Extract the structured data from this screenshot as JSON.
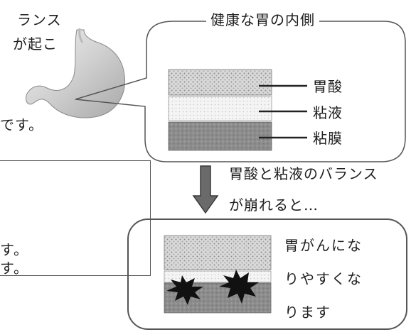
{
  "fragments": {
    "top_line_1": "ランス",
    "top_line_2": "が起こ",
    "middle_line": "です。",
    "box_line_1": "す。",
    "box_line_2": "す。"
  },
  "balloon": {
    "title": "健康な胃の内側",
    "layers": [
      "胃酸",
      "粘液",
      "粘膜"
    ]
  },
  "transition": {
    "line_1": "胃酸と粘液のバランス",
    "line_2": "が崩れると…"
  },
  "result": {
    "lines": [
      "胃がんにな",
      "りやすくな",
      "ります"
    ]
  },
  "colors": {
    "outline": "#555555",
    "arrow_fill": "#6a6a6a",
    "acid_layer": "#d6d6d6",
    "mucus_layer": "#f0f0f0",
    "mucosa_layer": "#8e8e8e",
    "damage": "#111111"
  },
  "icons": [
    "stomach-illustration",
    "down-arrow-icon",
    "damage-burst-icon"
  ]
}
